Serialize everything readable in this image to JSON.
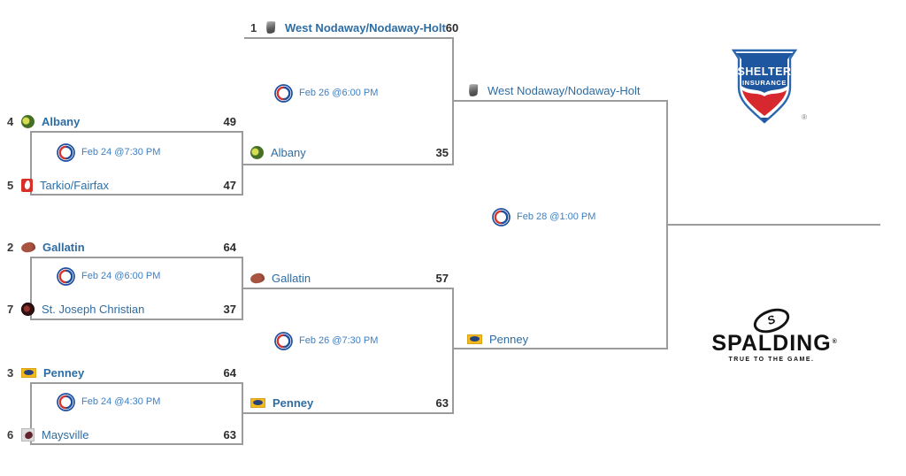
{
  "colors": {
    "team_link": "#2e6da4",
    "date_link": "#3f7fc1",
    "bracket_line": "#9b9b9b",
    "score_text": "#2b2b2b",
    "shelter_blue": "#1e56a0",
    "shelter_red": "#d7282f",
    "spalding_black": "#111111"
  },
  "icons": {
    "tv_icon": "mshsaa-tv-circle-logo"
  },
  "games": [
    {
      "round": "quarterfinal",
      "date": "Feb 24 @7:30 PM",
      "top": {
        "seed": "4",
        "name": "Albany",
        "score": "49"
      },
      "bottom": {
        "seed": "5",
        "name": "Tarkio/Fairfax",
        "score": "47"
      }
    },
    {
      "round": "quarterfinal",
      "date": "Feb 24 @6:00 PM",
      "top": {
        "seed": "2",
        "name": "Gallatin",
        "score": "64"
      },
      "bottom": {
        "seed": "7",
        "name": "St. Joseph Christian",
        "score": "37"
      }
    },
    {
      "round": "quarterfinal",
      "date": "Feb 24 @4:30 PM",
      "top": {
        "seed": "3",
        "name": "Penney",
        "score": "64"
      },
      "bottom": {
        "seed": "6",
        "name": "Maysville",
        "score": "63"
      }
    },
    {
      "round": "semifinal",
      "date": "Feb 26 @6:00 PM",
      "top": {
        "seed": "1",
        "name": "West Nodaway/Nodaway-Holt",
        "score": "60"
      },
      "bottom": {
        "name": "Albany",
        "score": "35"
      }
    },
    {
      "round": "semifinal",
      "date": "Feb 26 @7:30 PM",
      "top": {
        "name": "Gallatin",
        "score": "57"
      },
      "bottom": {
        "name": "Penney",
        "score": "63"
      }
    },
    {
      "round": "final",
      "date": "Feb 28 @1:00 PM",
      "top": {
        "name": "West Nodaway/Nodaway-Holt"
      },
      "bottom": {
        "name": "Penney"
      }
    }
  ],
  "sponsors": {
    "shelter": {
      "line1": "SHELTER",
      "line2": "INSURANCE",
      "reg": "®"
    },
    "spalding": {
      "s": "S",
      "name": "SPALDING",
      "reg": "®",
      "tagline": "TRUE TO THE GAME."
    }
  }
}
